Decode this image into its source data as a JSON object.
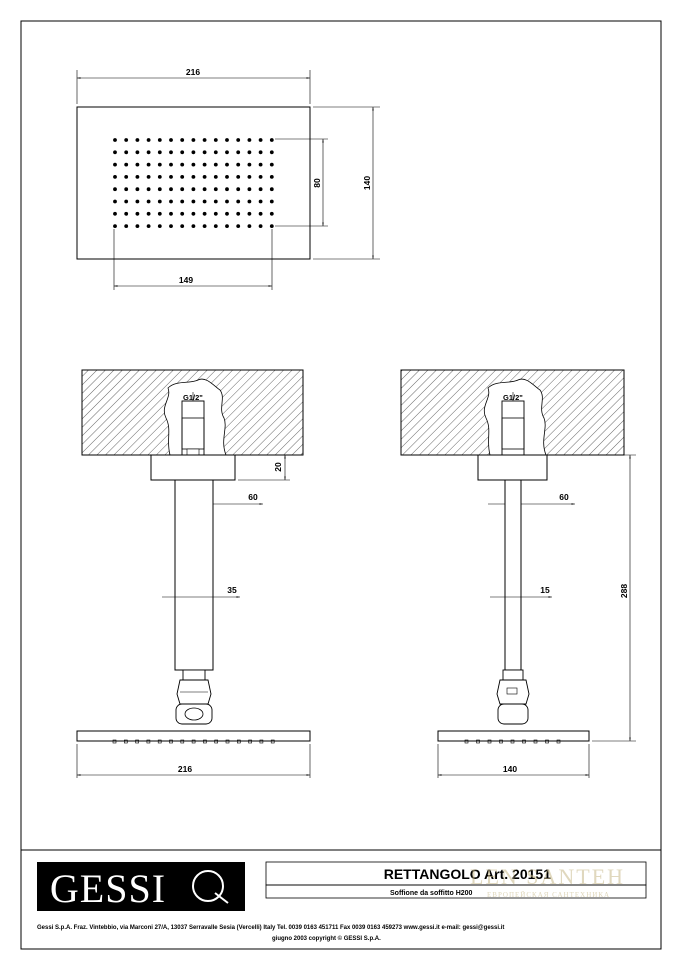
{
  "top_view": {
    "width": "216",
    "height": "140",
    "inner_height": "80",
    "inner_width": "149"
  },
  "front_view": {
    "thread": "G1/2\"",
    "flange_height": "20",
    "flange_width": "60",
    "arm_width": "35",
    "head_width": "216"
  },
  "side_view": {
    "thread": "G1/2\"",
    "flange_width": "60",
    "arm_width": "15",
    "total_height": "288",
    "head_width": "140"
  },
  "title_block": {
    "logo": "GESSI",
    "product_title": "RETTANGOLO  Art. 20151",
    "description": "Soffione da soffitto H200",
    "company_line": "Gessi S.p.A. Fraz. Vintebbio, via Marconi 27/A, 13037 Serravalle Sesia (Vercelli) Italy Tel. 0039 0163 451711 Fax 0039 0163 459273 www.gessi.it  e-mail: gessi@gessi.it",
    "copyright": "giugno 2003 copyright © GESSI S.p.A."
  },
  "watermark": {
    "brand": "LEN SANTEH",
    "tagline": "ЕВРОПЕЙСКАЯ САНТЕХНИКА"
  }
}
